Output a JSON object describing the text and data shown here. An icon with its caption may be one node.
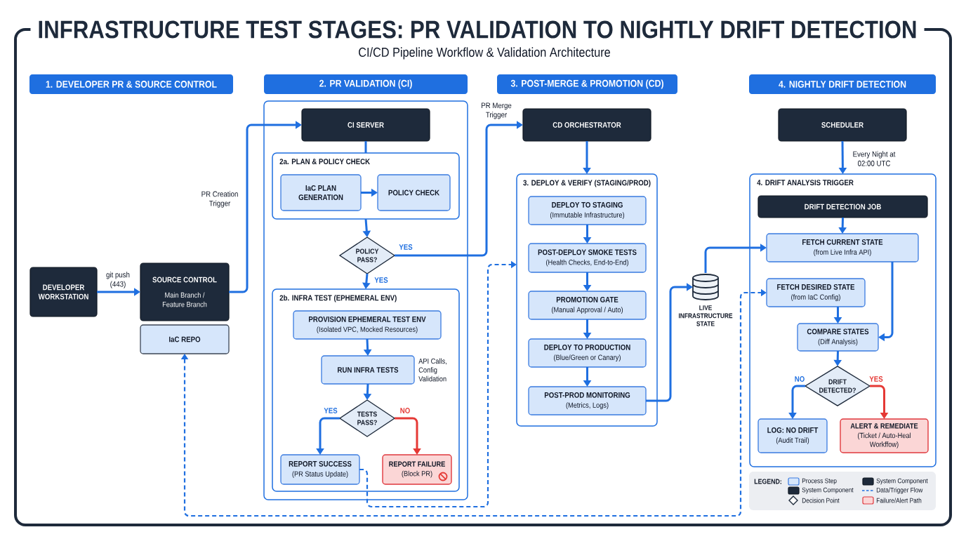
{
  "diagram": {
    "title": "INFRASTRUCTURE TEST STAGES: PR VALIDATION TO NIGHTLY DRIFT DETECTION",
    "nodes": [
      {
        "text": [
          "1. DEVELOPER PR & SOURCE CONTROL"
        ]
      },
      {
        "text": [
          "2. PR VALIDATION (CI)"
        ]
      },
      {
        "text": [
          "3. POST-MERGE & PROMOTION (CD)"
        ]
      },
      {
        "text": [
          "4. NIGHTLY DRIFT DETECTION"
        ]
      },
      {
        "text": [
          "DEVELOPER WORKSTATION"
        ]
      },
      {
        "text": [
          "SOURCE CONTROL",
          "Main Branch / Feature Branch"
        ]
      },
      {
        "text": [
          "IaC REPO"
        ]
      },
      {
        "text": [],
        "shape": "box"
      },
      {
        "text": [
          "CI SERVER"
        ],
        "in": 7
      },
      {
        "text": [
          "2a. PLAN & POLICY CHECK"
        ],
        "in": 7
      },
      {
        "text": [
          "IaC PLAN GENERATION"
        ],
        "in": 9
      },
      {
        "text": [
          "POLICY CHECK"
        ],
        "in": 9
      },
      {
        "text": [
          "POLICY PASS?"
        ],
        "in": 7
      },
      {
        "text": [
          "2b. INFRA TEST (EPHEMERAL ENV)"
        ],
        "in": 7
      },
      {
        "text": [
          "PROVISION EPHEMERAL TEST ENV",
          "(Isolated VPC, Mocked Resources)"
        ],
        "in": 13
      },
      {
        "text": [
          "RUN INFRA TESTS"
        ],
        "in": 13,
        "beside": [
          "API Calls, Config Validation"
        ]
      },
      {
        "text": [
          "TESTS PASS?"
        ],
        "in": 13
      },
      {
        "text": [
          "REPORT SUCCESS",
          "(PR Status Update)"
        ],
        "in": 13
      },
      {
        "text": [
          "REPORT FAILURE",
          "(Block PR)"
        ],
        "in": 13
      },
      {
        "text": [
          "CD ORCHESTRATOR"
        ]
      },
      {
        "text": [
          "3. DEPLOY & VERIFY (STAGING/PROD)"
        ]
      },
      {
        "text": [
          "DEPLOY TO STAGING",
          "(Immutable Infrastructure)"
        ],
        "in": 20
      },
      {
        "text": [
          "POST-DEPLOY SMOKE TESTS",
          "(Health Checks, End-to-End)"
        ],
        "in": 20
      },
      {
        "text": [
          "PROMOTION GATE",
          "(Manual Approval / Auto)"
        ],
        "in": 20
      },
      {
        "text": [
          "DEPLOY TO PRODUCTION",
          "(Blue/Green or Canary)"
        ],
        "in": 20
      },
      {
        "text": [
          "POST-PROD MONITORING",
          "(Metrics, Logs)"
        ],
        "in": 20
      },
      {
        "text": [
          "LIVE INFRASTRUCTURE STATE"
        ]
      },
      {
        "text": [
          "SCHEDULER"
        ]
      },
      {
        "text": [
          "4. DRIFT ANALYSIS TRIGGER"
        ]
      },
      {
        "text": [
          "DRIFT DETECTION JOB"
        ],
        "in": 28
      },
      {
        "text": [
          "FETCH CURRENT STATE",
          "(from Live Infra API)"
        ],
        "in": 28
      },
      {
        "text": [
          "FETCH DESIRED STATE",
          "(from IaC Config)"
        ],
        "in": 28
      },
      {
        "text": [
          "COMPARE STATES",
          "(Diff Analysis)"
        ],
        "in": 28
      },
      {
        "text": [
          "DRIFT DETECTED?"
        ],
        "in": 28
      },
      {
        "text": [
          "LOG: NO DRIFT",
          "(Audit Trail)"
        ],
        "in": 28
      },
      {
        "text": [
          "ALERT & REMEDIATE",
          "(Ticket / Auto-Heal Workffow)"
        ],
        "in": 28
      }
    ],
    "edges": [
      {
        "from": 4,
        "to": 5,
        "arrow": "to",
        "label": "git push (443)"
      },
      {
        "from": 5,
        "to": 8,
        "arrow": "to",
        "label": "PR Creation Trigger"
      },
      {
        "from": 8,
        "to": 9,
        "arrow": "none"
      },
      {
        "from": 10,
        "to": 11,
        "arrow": "to"
      },
      {
        "from": 9,
        "to": 12,
        "arrow": "to"
      },
      {
        "from": 12,
        "to": 13,
        "arrow": "to",
        "label": "YES"
      },
      {
        "from": 12,
        "to": 19,
        "arrow": "to",
        "label": "YES"
      },
      {
        "from": 14,
        "to": 15,
        "arrow": "to"
      },
      {
        "from": 15,
        "to": 16,
        "arrow": "to"
      },
      {
        "from": 16,
        "to": 17,
        "arrow": "to",
        "label": "YES"
      },
      {
        "from": 16,
        "to": 18,
        "arrow": "to",
        "label": "NO",
        "color": "#e53935"
      },
      {
        "from": 17,
        "to": 20,
        "arrow": "to",
        "style": "dashed"
      },
      {
        "from": 6,
        "to": 31,
        "arrow": "both",
        "style": "dashed"
      },
      {
        "from": 19,
        "to": 20,
        "arrow": "to"
      },
      {
        "from": 21,
        "to": 22,
        "arrow": "to"
      },
      {
        "from": 22,
        "to": 23,
        "arrow": "to"
      },
      {
        "from": 23,
        "to": 24,
        "arrow": "to"
      },
      {
        "from": 24,
        "to": 25,
        "arrow": "to"
      },
      {
        "from": 25,
        "to": 26,
        "arrow": "to"
      },
      {
        "from": 26,
        "to": 30,
        "arrow": "to"
      },
      {
        "from": 27,
        "to": 28,
        "arrow": "to",
        "label": "Every Night at 02:00 UTC"
      },
      {
        "from": 29,
        "to": 30,
        "arrow": "to"
      },
      {
        "from": 30,
        "to": 32,
        "arrow": "to"
      },
      {
        "from": 31,
        "to": 32,
        "arrow": "to"
      },
      {
        "from": 32,
        "to": 33,
        "arrow": "to"
      },
      {
        "from": 33,
        "to": 34,
        "arrow": "to",
        "label": "NO"
      },
      {
        "from": 33,
        "to": 35,
        "arrow": "to",
        "label": "YES",
        "color": "#e53935"
      }
    ],
    "labels": [
      "CI/CD Pipeline Workflow & Validation Architecture",
      "PR Merge Trigger",
      "LEGEND:"
    ],
    "legend": [
      {
        "text": "Process Step",
        "color": "#d6e6fb"
      },
      {
        "text": "System Component",
        "color": "#1e2a3b"
      },
      {
        "text": "System Component",
        "color": "#1e2a3b"
      },
      {
        "text": "Data/Trigger Flow"
      },
      {
        "text": "Decision Point"
      },
      {
        "text": "Failure/Alert Path",
        "color": "#fbd6d6"
      }
    ]
  }
}
